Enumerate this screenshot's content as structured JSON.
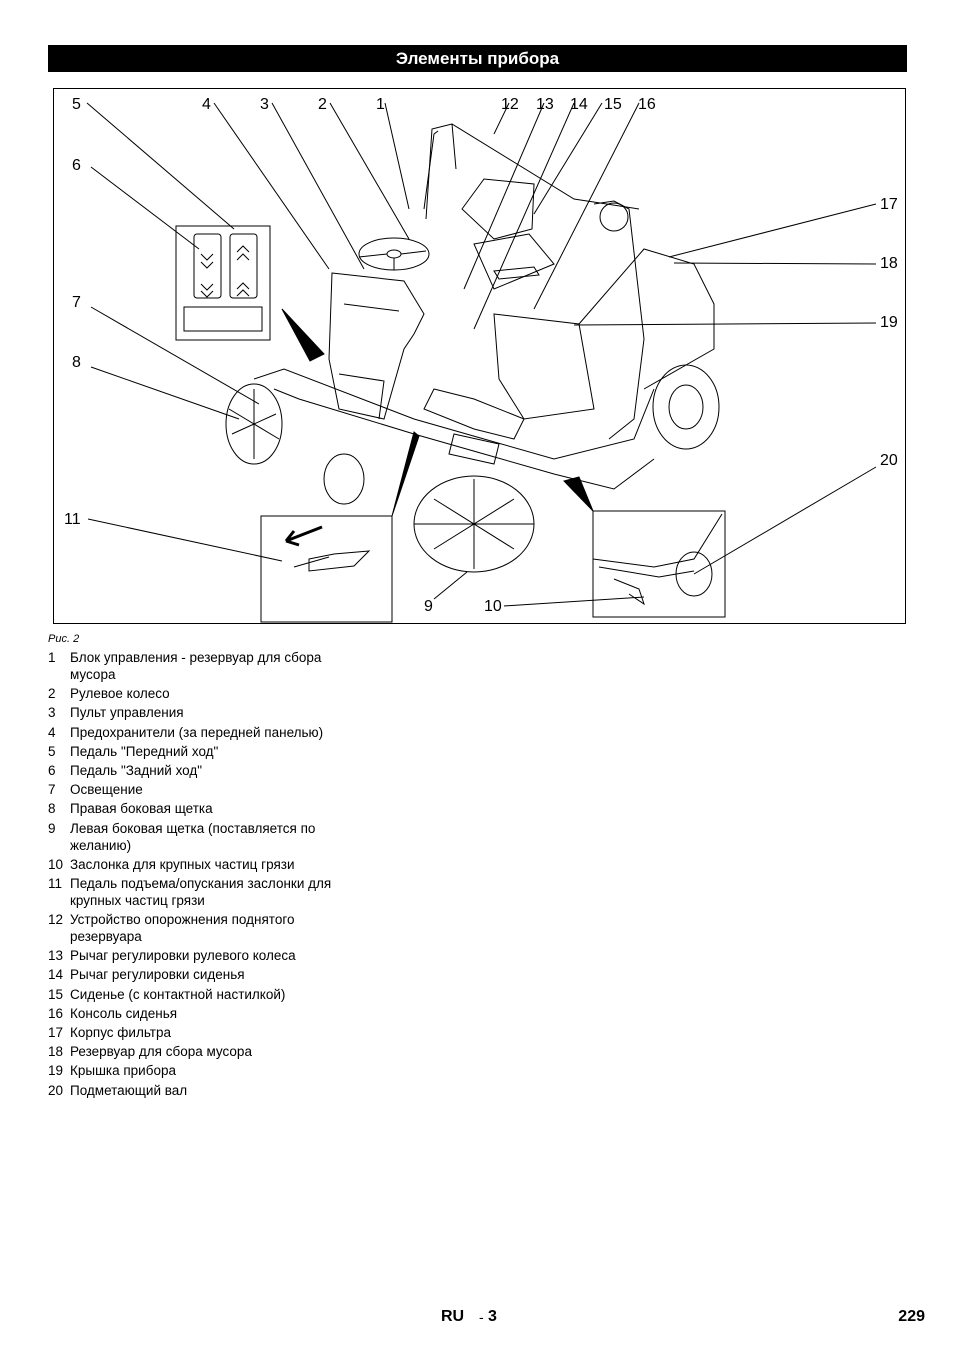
{
  "section_title": "Элементы прибора",
  "figure": {
    "callouts": [
      "1",
      "2",
      "3",
      "4",
      "5",
      "6",
      "7",
      "8",
      "9",
      "10",
      "11",
      "12",
      "13",
      "14",
      "15",
      "16",
      "17",
      "18",
      "19",
      "20"
    ],
    "caption": "Рис. 2"
  },
  "legend": [
    {
      "num": "1",
      "text": "Блок управления - резервуар для сбора мусора"
    },
    {
      "num": "2",
      "text": "Рулевое колесо"
    },
    {
      "num": "3",
      "text": "Пульт управления"
    },
    {
      "num": "4",
      "text": "Предохранители (за передней панелью)"
    },
    {
      "num": "5",
      "text": "Педаль \"Передний ход\""
    },
    {
      "num": "6",
      "text": "Педаль \"Задний ход\""
    },
    {
      "num": "7",
      "text": "Освещение"
    },
    {
      "num": "8",
      "text": "Правая боковая щетка"
    },
    {
      "num": "9",
      "text": "Левая боковая щетка (поставляется по желанию)"
    },
    {
      "num": "10",
      "text": "Заслонка для крупных частиц грязи"
    },
    {
      "num": "11",
      "text": "Педаль подъема/опускания заслонки для крупных частиц грязи"
    },
    {
      "num": "12",
      "text": "Устройство опорожнения поднятого резервуара"
    },
    {
      "num": "13",
      "text": "Рычаг регулировки рулевого колеса"
    },
    {
      "num": "14",
      "text": "Рычаг регулировки сиденья"
    },
    {
      "num": "15",
      "text": "Сиденье (с контактной настилкой)"
    },
    {
      "num": "16",
      "text": "Консоль сиденья"
    },
    {
      "num": "17",
      "text": "Корпус фильтра"
    },
    {
      "num": "18",
      "text": "Резервуар для сбора мусора"
    },
    {
      "num": "19",
      "text": "Крышка прибора"
    },
    {
      "num": "20",
      "text": "Подметающий вал"
    }
  ],
  "footer": {
    "lang": "RU",
    "dash": "-",
    "sub": "3",
    "page": "229"
  }
}
